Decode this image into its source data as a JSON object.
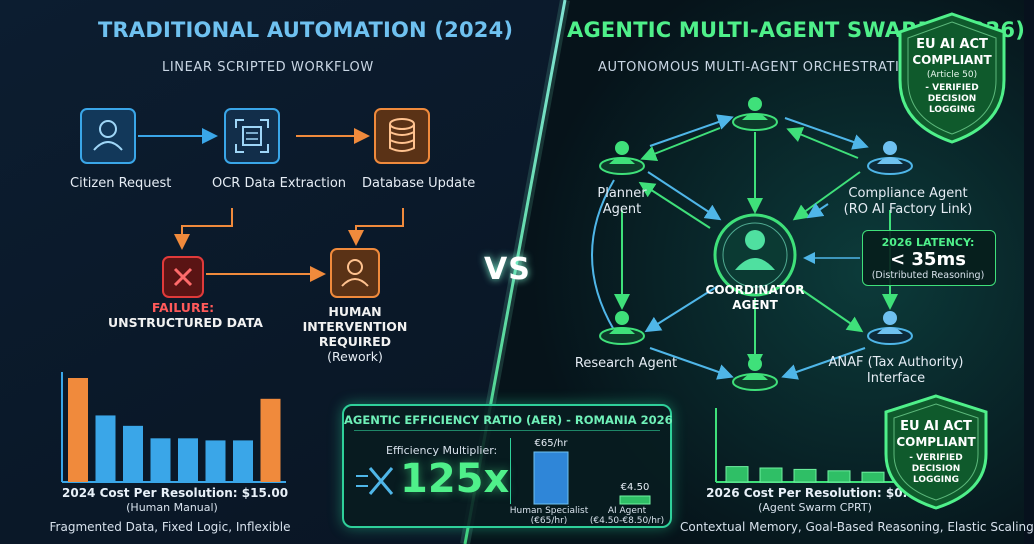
{
  "left": {
    "title": "TRADITIONAL AUTOMATION (2024)",
    "subtitle": "LINEAR SCRIPTED WORKFLOW",
    "steps": [
      "Citizen Request",
      "OCR Data Extraction",
      "Database Update"
    ],
    "failure_title": "FAILURE:",
    "failure_sub": "UNSTRUCTURED DATA",
    "human_lines": [
      "HUMAN",
      "INTERVENTION",
      "REQUIRED"
    ],
    "human_rework": "(Rework)",
    "cost_title": "2024 Cost Per Resolution: $15.00",
    "cost_sub": "(Human Manual)",
    "footer": "Fragmented Data, Fixed Logic, Inflexible",
    "bar_values": [
      100,
      64,
      54,
      42,
      42,
      40,
      40,
      80
    ]
  },
  "vs": "VS",
  "right": {
    "title": "AGENTIC MULTI-AGENT SWARM (2026)",
    "subtitle": "AUTONOMOUS MULTI-AGENT ORCHESTRATION",
    "coordinator": [
      "COORDINATOR",
      "AGENT"
    ],
    "agents": {
      "planner": [
        "Planner",
        "Agent"
      ],
      "compliance": [
        "Compliance Agent",
        "(RO AI Factory Link)"
      ],
      "research": "Research Agent",
      "anaf": [
        "ANAF (Tax Authority)",
        "Interface"
      ]
    },
    "latency_title": "2026 LATENCY:",
    "latency_value": "< 35ms",
    "latency_sub": "(Distributed Reasoning)",
    "cost_title": "2026 Cost Per Resolution: $0.12",
    "cost_sub": "(Agent Swarm CPRT)",
    "footer": "Contextual Memory, Goal-Based Reasoning, Elastic Scaling",
    "bar_values": [
      22,
      20,
      18,
      16,
      14
    ]
  },
  "badge_top": {
    "l1": "EU AI ACT",
    "l2": "COMPLIANT",
    "l3": "(Article 50)",
    "l4": "- VERIFIED",
    "l5": "DECISION",
    "l6": "LOGGING"
  },
  "badge_bottom": {
    "l1": "EU AI ACT",
    "l2": "COMPLIANT",
    "l3": "- VERIFIED",
    "l4": "DECISION",
    "l5": "LOGGING"
  },
  "aer": {
    "title": "AGENTIC EFFICIENCY RATIO (AER) - ROMANIA 2026",
    "mult_label": "Efficiency Multiplier:",
    "mult_value": "125x",
    "bar_human_top": "€65/hr",
    "bar_agent_top": "€4.50",
    "human_label": [
      "Human Specialist",
      "(€65/hr)"
    ],
    "agent_label": [
      "AI Agent",
      "(€4.50-€8.50/hr)"
    ]
  },
  "colors": {
    "blue": "#3aa6e8",
    "orange": "#f08a3c",
    "green": "#3fe07a",
    "red": "#e03a3a",
    "teal": "#2fd09a"
  }
}
